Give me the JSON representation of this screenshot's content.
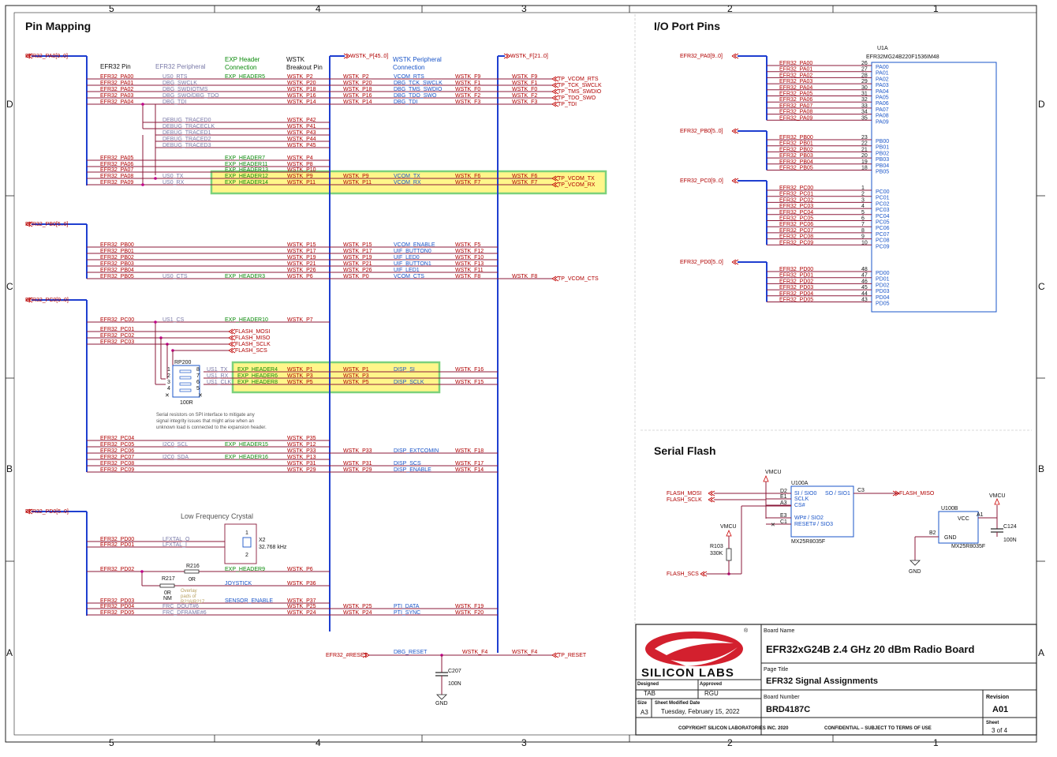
{
  "border": {
    "cols_top": [
      "5",
      "4",
      "3",
      "2",
      "1"
    ],
    "cols_bottom": [
      "5",
      "4",
      "3",
      "2",
      "1"
    ],
    "rows_left": [
      "D",
      "C",
      "B",
      "A"
    ],
    "rows_right": [
      "D",
      "C",
      "B",
      "A"
    ]
  },
  "sections": {
    "pin_mapping": "Pin Mapping",
    "io_port_pins": "I/O Port Pins",
    "serial_flash": "Serial Flash"
  },
  "headers": {
    "efr32_pin": "EFR32 Pin",
    "efr32_peripheral": "EFR32 Peripheral",
    "exp_header_1": "EXP Header",
    "exp_header_2": "Connection",
    "wstk_1": "WSTK",
    "wstk_2": "Breakout Pin",
    "wstk_periph_1": "WSTK Peripheral",
    "wstk_periph_2": "Connection"
  },
  "buses": {
    "pa": "EFR32_PA0[9..0]",
    "pb": "EFR32_PB0[5..0]",
    "pc": "EFR32_PC0[9..0]",
    "pd": "EFR32_PD0[5..0]",
    "wstk_p": "WSTK_P[45..0]",
    "wstk_f": "WSTK_F[21..0]"
  },
  "pa_rows": [
    {
      "pin": "EFR32_PA00",
      "per": "US0_RTS",
      "exp": "EXP_HEADER5",
      "w": "WSTK_P2",
      "w2": "WSTK_P2",
      "conn": "VCOM_RTS",
      "f": "WSTK_F9",
      "f2": "WSTK_F9",
      "tp": "TP_VCOM_RTS"
    },
    {
      "pin": "EFR32_PA01",
      "per": "DBG_SWCLK",
      "exp": "",
      "w": "WSTK_P20",
      "w2": "WSTK_P20",
      "conn": "DBG_TCK_SWCLK",
      "f": "WSTK_F1",
      "f2": "WSTK_F1",
      "tp": "TP_TCK_SWCLK"
    },
    {
      "pin": "EFR32_PA02",
      "per": "DBG_SWDIOTMS",
      "exp": "",
      "w": "WSTK_P18",
      "w2": "WSTK_P18",
      "conn": "DBG_TMS_SWDIO",
      "f": "WSTK_F0",
      "f2": "WSTK_F0",
      "tp": "TP_TMS_SWDIO"
    },
    {
      "pin": "EFR32_PA03",
      "per": "DBG_SWO/DBG_TDO",
      "exp": "",
      "w": "WSTK_P16",
      "w2": "WSTK_P16",
      "conn": "DBG_TDO_SWO",
      "f": "WSTK_F2",
      "f2": "WSTK_F2",
      "tp": "TP_TDO_SWO"
    },
    {
      "pin": "EFR32_PA04",
      "per": "DBG_TDI",
      "exp": "",
      "w": "WSTK_P14",
      "w2": "WSTK_P14",
      "conn": "DBG_TDI",
      "f": "WSTK_F3",
      "f2": "WSTK_F3",
      "tp": "TP_TDI"
    }
  ],
  "trace_rows": [
    {
      "per": "DEBUG_TRACED0",
      "w": "WSTK_P42"
    },
    {
      "per": "DEBUG_TRACECLK",
      "w": "WSTK_P41"
    },
    {
      "per": "DEBUG_TRACED1",
      "w": "WSTK_P43"
    },
    {
      "per": "DEBUG_TRACED2",
      "w": "WSTK_P44"
    },
    {
      "per": "DEBUG_TRACED3",
      "w": "WSTK_P45"
    }
  ],
  "pa_rows2": [
    {
      "pin": "EFR32_PA05",
      "per": "",
      "exp": "EXP_HEADER7",
      "w": "WSTK_P4",
      "w2": "",
      "conn": "",
      "f": "",
      "f2": "",
      "tp": ""
    },
    {
      "pin": "EFR32_PA06",
      "per": "",
      "exp": "EXP_HEADER11",
      "w": "WSTK_P8",
      "w2": "",
      "conn": "",
      "f": "",
      "f2": "",
      "tp": ""
    },
    {
      "pin": "EFR32_PA07",
      "per": "",
      "exp": "EXP_HEADER13",
      "w": "WSTK_P10",
      "w2": "",
      "conn": "",
      "f": "",
      "f2": "",
      "tp": ""
    },
    {
      "pin": "EFR32_PA08",
      "per": "US0_TX",
      "exp": "EXP_HEADER12",
      "w": "WSTK_P9",
      "w2": "WSTK_P9",
      "conn": "VCOM_TX",
      "f": "WSTK_F6",
      "f2": "WSTK_F6",
      "tp": "TP_VCOM_TX"
    },
    {
      "pin": "EFR32_PA09",
      "per": "US0_RX",
      "exp": "EXP_HEADER14",
      "w": "WSTK_P11",
      "w2": "WSTK_P11",
      "conn": "VCOM_RX",
      "f": "WSTK_F7",
      "f2": "WSTK_F7",
      "tp": "TP_VCOM_RX"
    }
  ],
  "pb_rows": [
    {
      "pin": "EFR32_PB00",
      "per": "",
      "exp": "",
      "w": "WSTK_P15",
      "w2": "WSTK_P15",
      "conn": "VCOM_ENABLE",
      "f": "WSTK_F5",
      "f2": "",
      "tp": ""
    },
    {
      "pin": "EFR32_PB01",
      "per": "",
      "exp": "",
      "w": "WSTK_P17",
      "w2": "WSTK_P17",
      "conn": "UIF_BUTTON0",
      "f": "WSTK_F12",
      "f2": "",
      "tp": ""
    },
    {
      "pin": "EFR32_PB02",
      "per": "",
      "exp": "",
      "w": "WSTK_P19",
      "w2": "WSTK_P19",
      "conn": "UIF_LED0",
      "f": "WSTK_F10",
      "f2": "",
      "tp": ""
    },
    {
      "pin": "EFR32_PB03",
      "per": "",
      "exp": "",
      "w": "WSTK_P21",
      "w2": "WSTK_P21",
      "conn": "UIF_BUTTON1",
      "f": "WSTK_F13",
      "f2": "",
      "tp": ""
    },
    {
      "pin": "EFR32_PB04",
      "per": "",
      "exp": "",
      "w": "WSTK_P26",
      "w2": "WSTK_P26",
      "conn": "UIF_LED1",
      "f": "WSTK_F11",
      "f2": "",
      "tp": ""
    },
    {
      "pin": "EFR32_PB05",
      "per": "US0_CTS",
      "exp": "EXP_HEADER3",
      "w": "WSTK_P6",
      "w2": "WSTK_P0",
      "conn": "VCOM_CTS",
      "f": "WSTK_F8",
      "f2": "WSTK_F8",
      "tp": "TP_VCOM_CTS"
    }
  ],
  "pc_rows": [
    {
      "pin": "EFR32_PC00",
      "per": "US1_CS",
      "exp": "EXP_HEADER10",
      "w": "WSTK_P7"
    },
    {
      "pin": "EFR32_PC01",
      "flash": "FLASH_MOSI"
    },
    {
      "pin": "EFR32_PC02",
      "flash": "FLASH_MISO"
    },
    {
      "pin": "EFR32_PC03",
      "flash": "FLASH_SCLK"
    },
    {
      "flash": "FLASH_SCS"
    }
  ],
  "rp200": {
    "ref": "RP200",
    "val": "100R",
    "pins_l": [
      "1",
      "2",
      "3",
      "4"
    ],
    "pins_r": [
      "8",
      "7",
      "6",
      "5"
    ],
    "rows": [
      {
        "per": "US1_TX",
        "exp": "EXP_HEADER4",
        "w": "WSTK_P1",
        "w2": "WSTK_P1",
        "conn": "DISP_SI",
        "f": "WSTK_F16"
      },
      {
        "per": "US1_RX",
        "exp": "EXP_HEADER6",
        "w": "WSTK_P3",
        "w2": "WSTK_P3",
        "conn": "",
        "f": ""
      },
      {
        "per": "US1_CLK",
        "exp": "EXP_HEADER8",
        "w": "WSTK_P5",
        "w2": "WSTK_P5",
        "conn": "DISP_SCLK",
        "f": "WSTK_F15"
      }
    ]
  },
  "note": [
    "Serial resistors on SPI interface to mitigate any",
    "signal integrity issues that might arise when an",
    "unknown load is connected to the expansion header."
  ],
  "pc_rows2": [
    {
      "pin": "EFR32_PC04",
      "per": "",
      "exp": "",
      "w": "WSTK_P35",
      "w2": "",
      "conn": "",
      "f": ""
    },
    {
      "pin": "EFR32_PC05",
      "per": "I2C0_SCL",
      "exp": "EXP_HEADER15",
      "w": "WSTK_P12",
      "w2": "",
      "conn": "",
      "f": ""
    },
    {
      "pin": "EFR32_PC06",
      "per": "",
      "exp": "",
      "w": "WSTK_P33",
      "w2": "WSTK_P33",
      "conn": "DISP_EXTCOMIN",
      "f": "WSTK_F18"
    },
    {
      "pin": "EFR32_PC07",
      "per": "I2C0_SDA",
      "exp": "EXP_HEADER16",
      "w": "WSTK_P13",
      "w2": "",
      "conn": "",
      "f": ""
    },
    {
      "pin": "EFR32_PC08",
      "per": "",
      "exp": "",
      "w": "WSTK_P31",
      "w2": "WSTK_P31",
      "conn": "DISP_SCS",
      "f": "WSTK_F17"
    },
    {
      "pin": "EFR32_PC09",
      "per": "",
      "exp": "",
      "w": "WSTK_P29",
      "w2": "WSTK_P29",
      "conn": "DISP_ENABLE",
      "f": "WSTK_F14"
    }
  ],
  "crystal": {
    "title": "Low Frequency Crystal",
    "ref": "X2",
    "val": "32.768 kHz",
    "p1": "1",
    "p2": "2"
  },
  "pd_rows": [
    {
      "pin": "EFR32_PD00",
      "per": "LFXTAL_O"
    },
    {
      "pin": "EFR32_PD01",
      "per": "LFXTAL_I"
    }
  ],
  "pd02": {
    "pin": "EFR32_PD02",
    "r216": "R216",
    "r216v": "0R",
    "r217": "R217",
    "r217v": "0R",
    "nm": "NM",
    "exp": "EXP_HEADER9",
    "w": "WSTK_P6",
    "joy": "JOYSTICK",
    "w2": "WSTK_P36",
    "overlay": [
      "Overlay",
      "pads of",
      "R216/R217"
    ]
  },
  "pd_rows2": [
    {
      "pin": "EFR32_PD03",
      "per": "",
      "exp": "SENSOR_ENABLE",
      "w": "WSTK_P37",
      "w2": "",
      "conn": "",
      "f": ""
    },
    {
      "pin": "EFR32_PD04",
      "per": "FRC_DOUT#6",
      "exp": "",
      "w": "WSTK_P25",
      "w2": "WSTK_P25",
      "conn": "PTI_DATA",
      "f": "WSTK_F19"
    },
    {
      "pin": "EFR32_PD05",
      "per": "FRC_DFRAME#6",
      "exp": "",
      "w": "WSTK_P24",
      "w2": "WSTK_P24",
      "conn": "PTI_SYNC",
      "f": "WSTK_F20"
    }
  ],
  "reset": {
    "net": "EFR32_#RESET",
    "dbg": "DBG_RESET",
    "f1": "WSTK_F4",
    "f2": "WSTK_F4",
    "tp": "TP_RESET",
    "cap": "C207",
    "capv": "100N",
    "gnd": "GND"
  },
  "u1a": {
    "ref": "U1A",
    "part": "EFR32MG24B220F1536IM48",
    "pa": {
      "nets": [
        "EFR32_PA00",
        "EFR32_PA01",
        "EFR32_PA02",
        "EFR32_PA03",
        "EFR32_PA04",
        "EFR32_PA05",
        "EFR32_PA06",
        "EFR32_PA07",
        "EFR32_PA08",
        "EFR32_PA09"
      ],
      "nums": [
        "26",
        "27",
        "28",
        "29",
        "30",
        "31",
        "32",
        "33",
        "34",
        "35"
      ],
      "pins": [
        "PA00",
        "PA01",
        "PA02",
        "PA03",
        "PA04",
        "PA05",
        "PA06",
        "PA07",
        "PA08",
        "PA09"
      ]
    },
    "pb": {
      "nets": [
        "EFR32_PB00",
        "EFR32_PB01",
        "EFR32_PB02",
        "EFR32_PB03",
        "EFR32_PB04",
        "EFR32_PB05"
      ],
      "nums": [
        "23",
        "22",
        "21",
        "20",
        "19",
        "18"
      ],
      "pins": [
        "PB00",
        "PB01",
        "PB02",
        "PB03",
        "PB04",
        "PB05"
      ]
    },
    "pc": {
      "nets": [
        "EFR32_PC00",
        "EFR32_PC01",
        "EFR32_PC02",
        "EFR32_PC03",
        "EFR32_PC04",
        "EFR32_PC05",
        "EFR32_PC06",
        "EFR32_PC07",
        "EFR32_PC08",
        "EFR32_PC09"
      ],
      "nums": [
        "1",
        "2",
        "3",
        "4",
        "5",
        "6",
        "7",
        "8",
        "9",
        "10"
      ],
      "pins": [
        "PC00",
        "PC01",
        "PC02",
        "PC03",
        "PC04",
        "PC05",
        "PC06",
        "PC07",
        "PC08",
        "PC09"
      ]
    },
    "pd": {
      "nets": [
        "EFR32_PD00",
        "EFR32_PD01",
        "EFR32_PD02",
        "EFR32_PD03",
        "EFR32_PD04",
        "EFR32_PD05"
      ],
      "nums": [
        "48",
        "47",
        "46",
        "45",
        "44",
        "43"
      ],
      "pins": [
        "PD00",
        "PD01",
        "PD02",
        "PD03",
        "PD04",
        "PD05"
      ]
    }
  },
  "flash": {
    "vmcu": "VMCU",
    "ref_a": "U100A",
    "part": "MX25R8035F",
    "pin_nums_l": [
      "D2",
      "E1",
      "A3",
      "E3",
      "C1"
    ],
    "pins_l": [
      "SI / SIO0",
      "SCLK",
      "CS#",
      "WP# / SIO2",
      "RESET# / SIO3"
    ],
    "pin_r": "SO / SIO1",
    "pin_r_num": "C3",
    "mosi": "FLASH_MOSI",
    "sclk": "FLASH_SCLK",
    "miso": "FLASH_MISO",
    "scs": "FLASH_SCS",
    "r103": "R103",
    "r103v": "330K",
    "vmcu2": "VMCU",
    "ref_b": "U100B",
    "vcc": "VCC",
    "gnd_pin": "GND",
    "a1": "A1",
    "b2": "B2",
    "part_b": "MX25R8035F",
    "vmcu3": "VMCU",
    "c124": "C124",
    "c124v": "100N",
    "gnd": "GND"
  },
  "title_block": {
    "logo_text": "SILICON LABS",
    "board_name_label": "Board Name",
    "board_name": "EFR32xG24B 2.4 GHz 20 dBm Radio Board",
    "designed_label": "Designed",
    "designed": "TAB",
    "approved_label": "Approved",
    "approved": "RGU",
    "page_title_label": "Page Title",
    "page_title": "EFR32 Signal Assignments",
    "size_label": "Size",
    "size": "A3",
    "modified_label": "Sheet Modified Date",
    "modified": "Tuesday, February 15, 2022",
    "board_number_label": "Board Number",
    "board_number": "BRD4187C",
    "revision_label": "Revision",
    "revision": "A01",
    "sheet_label": "Sheet",
    "sheet": "3  of 4",
    "copyright": "COPYRIGHT SILICON LABORATORIES INC. 2020",
    "confidential": "CONFIDENTIAL – SUBJECT TO TERMS OF USE"
  },
  "colors": {
    "wire": "#8b1a3a",
    "bus": "#1f3fd0",
    "net": "#c00000",
    "highlight": "#fff68a",
    "highlight_border": "#7cd17c"
  }
}
